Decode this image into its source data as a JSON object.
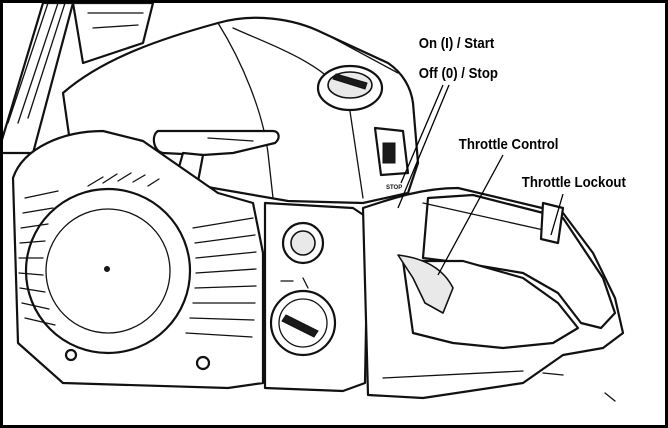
{
  "labels": {
    "on_start": "On (I) / Start",
    "off_stop": "Off (0) / Stop",
    "throttle_control": "Throttle Control",
    "throttle_lockout": "Throttle Lockout"
  },
  "switch_marking": "STOP",
  "colors": {
    "line": "#111111",
    "background": "#ffffff",
    "shade": "#e9e9e9"
  }
}
